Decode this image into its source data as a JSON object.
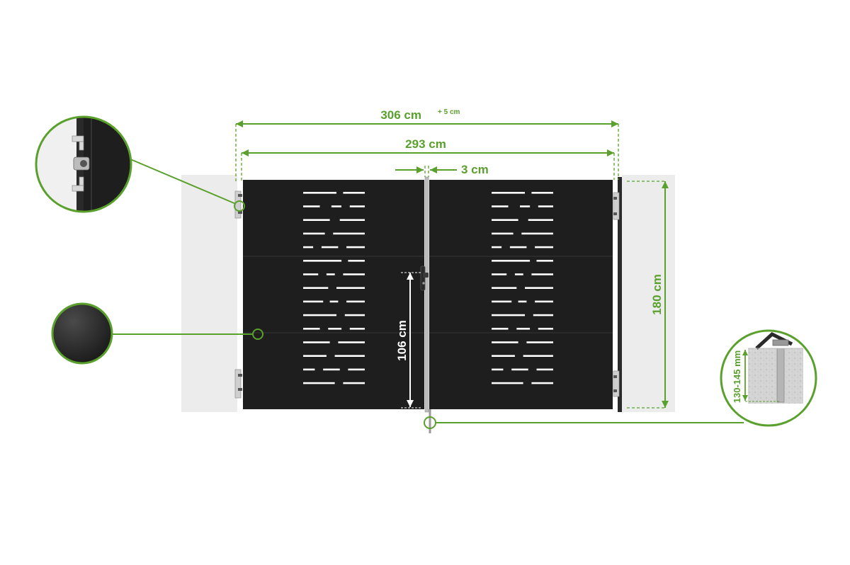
{
  "dimensions": {
    "total_width": "306 cm",
    "total_width_tolerance": "+ 5 cm",
    "gate_width": "293 cm",
    "center_gap": "3 cm",
    "height": "180 cm",
    "handle_height": "106 cm",
    "ground_bolt_depth": "130-145 mm"
  },
  "colors": {
    "accent": "#5aa02c",
    "gate": "#1e1e1e",
    "pillar": "#ececec",
    "slot": "#ffffff"
  },
  "callouts": [
    {
      "name": "hinge-detail",
      "icon": "hinge-icon"
    },
    {
      "name": "color-swatch",
      "icon": "anthracite-swatch-icon"
    },
    {
      "name": "ground-bolt-detail",
      "icon": "ground-bolt-icon"
    }
  ]
}
